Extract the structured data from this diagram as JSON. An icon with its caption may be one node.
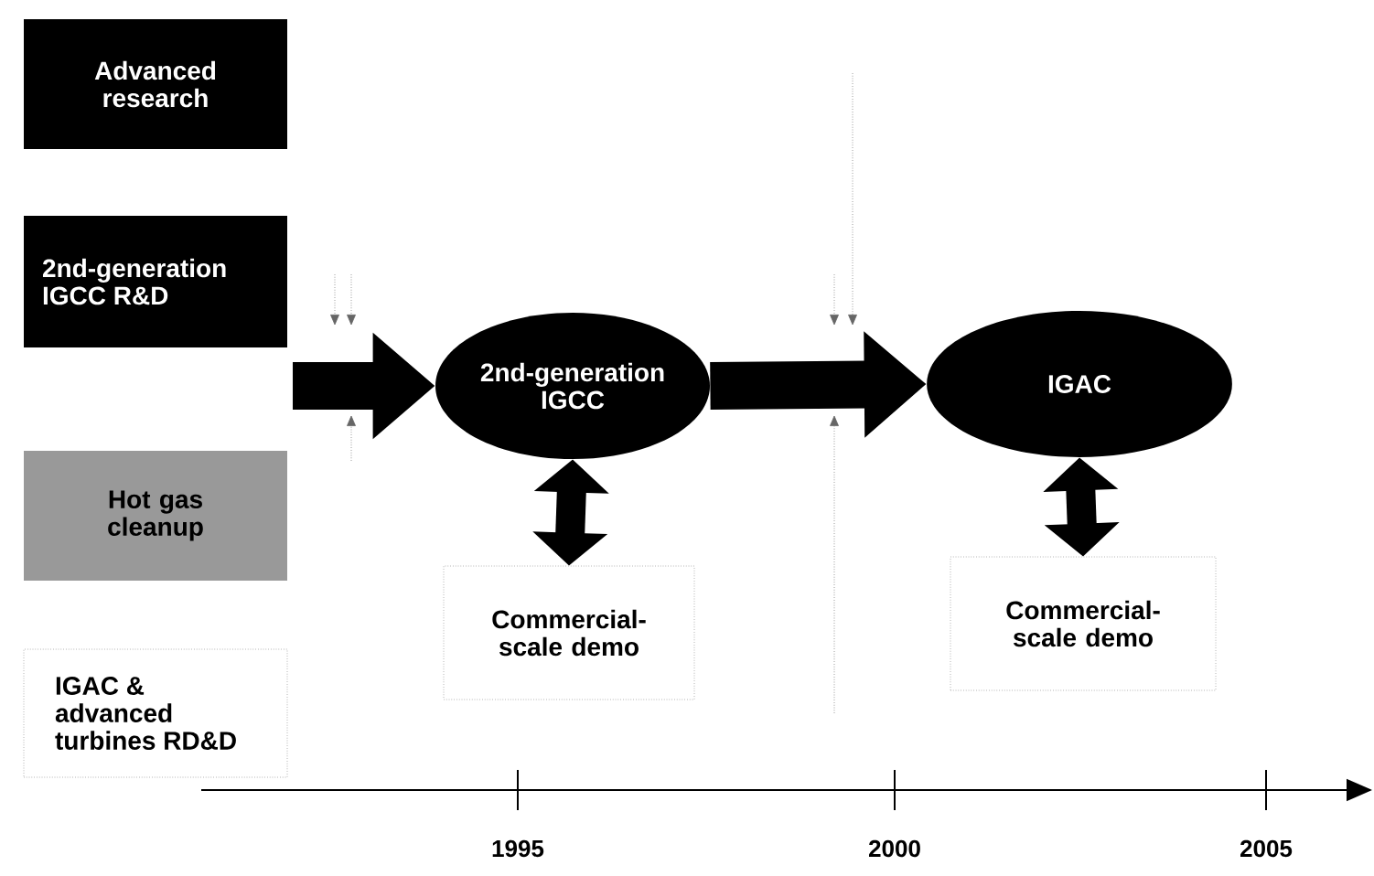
{
  "diagram": {
    "nodes": [
      {
        "text": [
          "Advanced research"
        ]
      },
      {
        "text": [
          "2nd-generation IGCC R&D"
        ]
      },
      {
        "text": [
          "Hot gas cleanup"
        ]
      },
      {
        "text": [
          "IGAC & advanced turbines RD&D"
        ]
      },
      {
        "text": [
          "2nd-generation IGCC"
        ]
      },
      {
        "text": [
          "Commercial-scale demo"
        ]
      },
      {
        "text": [
          "IGAC"
        ]
      },
      {
        "text": [
          "Commercial-scale demo"
        ]
      }
    ],
    "edges": [
      {
        "from": null,
        "to": 4,
        "arrow": "to"
      },
      {
        "from": 4,
        "to": 6,
        "arrow": "to"
      },
      {
        "from": 4,
        "to": 5,
        "arrow": "both"
      },
      {
        "from": 6,
        "to": 7,
        "arrow": "both"
      }
    ],
    "labels": [
      "1995",
      "2000",
      "2005"
    ]
  }
}
